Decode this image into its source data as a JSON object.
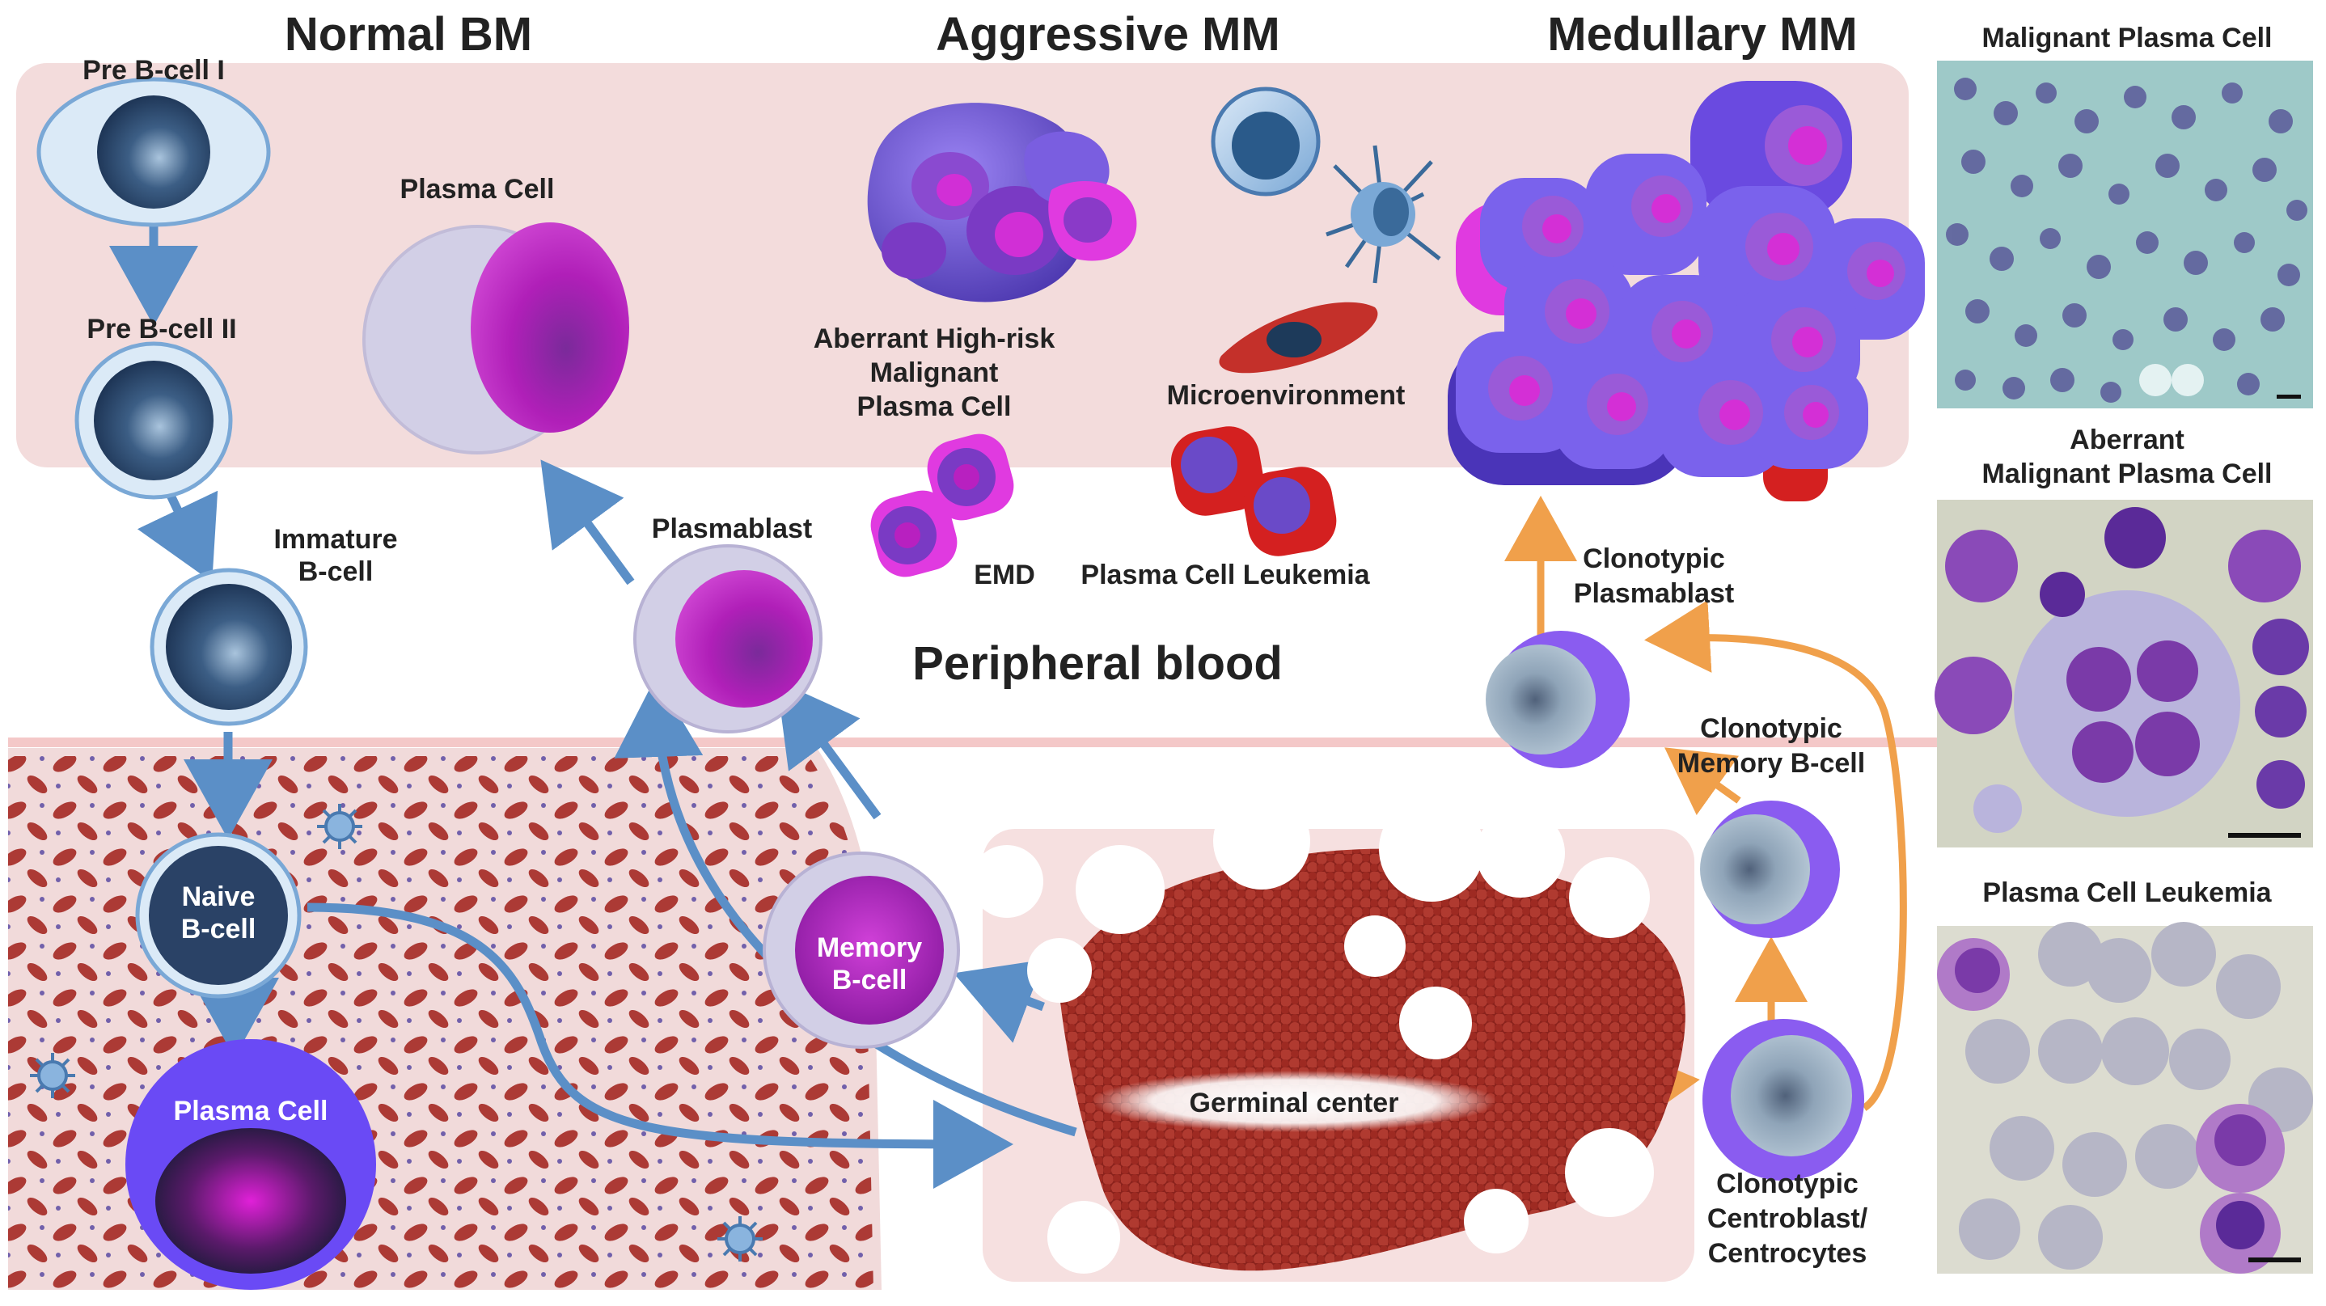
{
  "headings": {
    "normal_bm": "Normal BM",
    "aggressive_mm": "Aggressive MM",
    "medullary_mm": "Medullary MM",
    "peripheral_blood": "Peripheral blood"
  },
  "cells": {
    "pre_b1": "Pre B-cell I",
    "pre_b2": "Pre B-cell II",
    "immature_1": "Immature",
    "immature_2": "B-cell",
    "plasma_top": "Plasma Cell",
    "plasmablast": "Plasmablast",
    "aberrant_1": "Aberrant High-risk",
    "aberrant_2": "Malignant",
    "aberrant_3": "Plasma Cell",
    "microenvironment": "Microenvironment",
    "emd": "EMD",
    "pcl": "Plasma Cell Leukemia",
    "naive_1": "Naive",
    "naive_2": "B-cell",
    "plasma_bottom": "Plasma Cell",
    "memory_1": "Memory",
    "memory_2": "B-cell",
    "germinal": "Germinal center",
    "clono_pb_1": "Clonotypic",
    "clono_pb_2": "Plasmablast",
    "clono_mem_1": "Clonotypic",
    "clono_mem_2": "Memory B-cell",
    "clono_cb_1": "Clonotypic",
    "clono_cb_2": "Centroblast/",
    "clono_cb_3": "Centrocytes"
  },
  "panels": {
    "p1_title": "Malignant Plasma Cell",
    "p2_title_1": "Aberrant",
    "p2_title_2": "Malignant Plasma Cell",
    "p3_title": "Plasma Cell Leukemia"
  },
  "colors": {
    "bm_zone": "#f3dcdc",
    "rbc": "#a8322c",
    "arrow_blue": "#5b8fc7",
    "arrow_orange": "#f0a04b",
    "plasma_purple": "#b01fb8",
    "clono_violet": "#8a5cf0",
    "germinal_red": "#9e2a22"
  }
}
